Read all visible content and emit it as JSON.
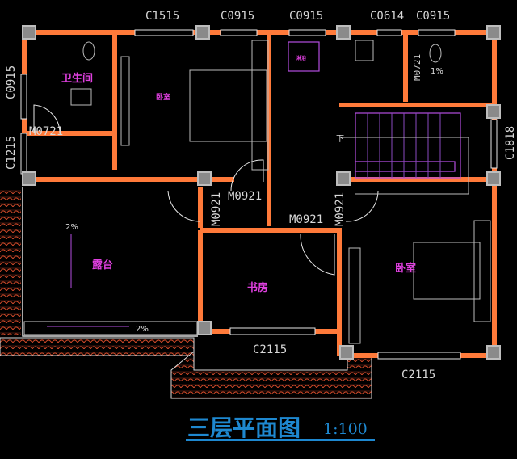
{
  "title": "三层平面图",
  "scale": "1:100",
  "windows": {
    "top": [
      "C1515",
      "C0915",
      "C0915",
      "C0614",
      "C0915"
    ],
    "left_top": "C0915",
    "left_bottom": "C1215",
    "right": "C1818",
    "study_bottom": "C2115",
    "bedroom_bottom": "C2115"
  },
  "doors": {
    "bath_left": "M0721",
    "bath_right": "M0721",
    "bedroom_left": "M0921",
    "hall_vertical_left": "M0921",
    "study": "M0921",
    "hall_vertical_right": "M0921"
  },
  "rooms": {
    "bathroom": "卫生间",
    "bedroom_left": "卧室",
    "terrace": "露台",
    "study": "书房",
    "bedroom_right": "卧室",
    "stair_down": "下",
    "shower_label": "淋浴"
  },
  "slopes": {
    "bath_right": "1%",
    "terrace_top": "2%",
    "terrace_bottom": "2%"
  },
  "colors": {
    "wall": "#ff7a3a",
    "room_text": "#e040e0",
    "title": "#1e88d0",
    "background": "#000000"
  }
}
